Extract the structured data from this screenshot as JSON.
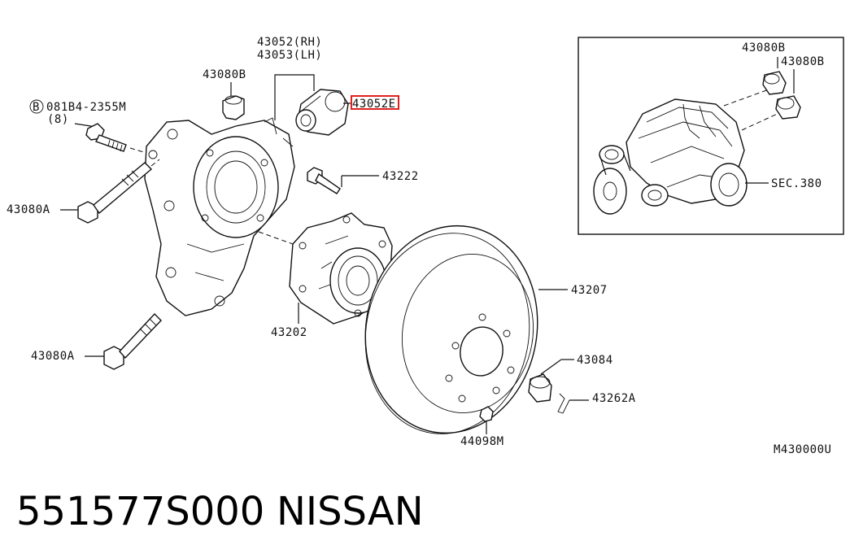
{
  "labels": {
    "rh": "43052(RH)",
    "lh": "43053(LH)",
    "top_bush": "43080B",
    "bolt_code": "081B4-2355M",
    "bolt_qty": "(8)",
    "bolt_circle_letter": "B",
    "bolt_a1": "43080A",
    "bolt_a2": "43080A",
    "highlight_part": "43052E",
    "stud": "43222",
    "rotor": "43207",
    "hub": "43202",
    "cap": "43084",
    "clip": "43262A",
    "nut": "44098M",
    "inset_bush_1": "43080B",
    "inset_bush_2": "43080B",
    "inset_section": "SEC.380",
    "diagram_code": "M430000U"
  },
  "caption": {
    "part_number": "551577S000",
    "brand": "NISSAN"
  },
  "colors": {
    "highlight": "#e02020",
    "ink": "#111111"
  }
}
